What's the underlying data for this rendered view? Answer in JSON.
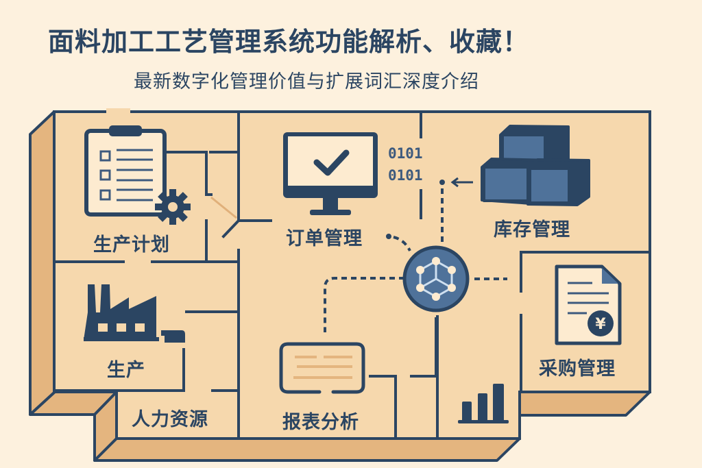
{
  "header": {
    "title": "面料加工工艺管理系统功能解析、收藏！",
    "subtitle": "最新数字化管理价值与扩展词汇深度介绍"
  },
  "modules": [
    {
      "id": "production-plan",
      "label": "生产计划",
      "icon": "clipboard-gear-icon"
    },
    {
      "id": "order-management",
      "label": "订单管理",
      "icon": "monitor-check-icon"
    },
    {
      "id": "inventory-management",
      "label": "库存管理",
      "icon": "stacked-boxes-icon"
    },
    {
      "id": "production",
      "label": "生产",
      "icon": "factory-icon"
    },
    {
      "id": "procurement-management",
      "label": "采购管理",
      "icon": "invoice-yen-icon"
    },
    {
      "id": "human-resources",
      "label": "人力资源",
      "icon": ""
    },
    {
      "id": "report-analysis",
      "label": "报表分析",
      "icon": "report-card-icon"
    },
    {
      "id": "bar-chart",
      "label": "",
      "icon": "bar-chart-icon"
    }
  ],
  "binary": {
    "line1": "0101",
    "line2": "0101"
  },
  "hub": {
    "icon": "network-hub-icon"
  },
  "colors": {
    "background": "#fdf1de",
    "floor": "#f6d8ad",
    "wall_side": "#e4b57f",
    "navy": "#2b4562",
    "blue": "#4f729a",
    "paper": "#fdebd0"
  }
}
